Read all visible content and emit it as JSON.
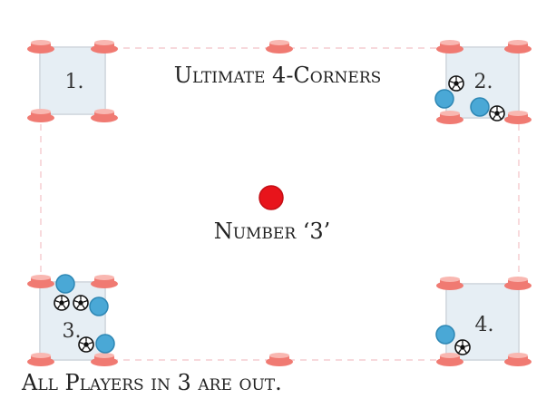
{
  "title": "Ultimate 4-Corners",
  "called_number_label": "Number ‘3’",
  "caption": "All Players in 3 are out.",
  "zones": [
    {
      "id": "1",
      "label": "1."
    },
    {
      "id": "2",
      "label": "2."
    },
    {
      "id": "3",
      "label": "3."
    },
    {
      "id": "4",
      "label": "4."
    }
  ],
  "colors": {
    "cone": "#f07a72",
    "cone_top": "#f9b7b1",
    "zone_fill": "#e6eef4",
    "zone_border": "#d7dde3",
    "boundary": "#f2c2c6",
    "player": "#4aa8d6",
    "player_outline": "#2e87b4",
    "caller": "#e8141b"
  },
  "icons": [
    "cone-icon",
    "player-icon",
    "soccer-ball-icon",
    "caller-icon"
  ]
}
